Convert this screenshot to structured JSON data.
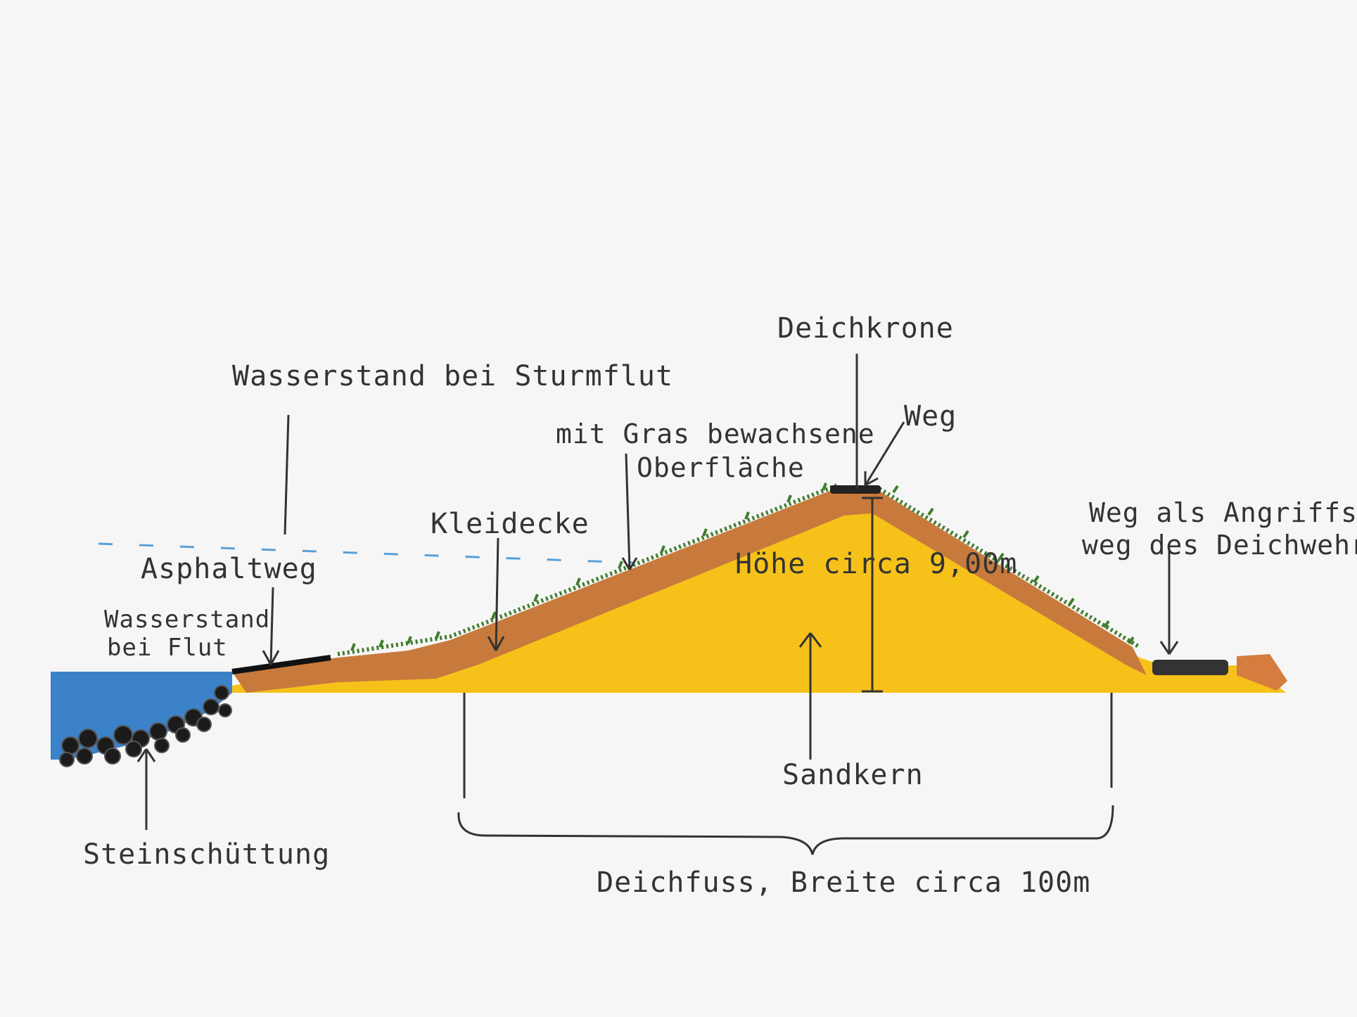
{
  "labels": {
    "deichkrone": "Deichkrone",
    "wasserstand_sturmflut": "Wasserstand bei Sturmflut",
    "weg_top": "Weg",
    "gras_line1": "mit Gras bewachsene",
    "gras_line2": "Oberfläche",
    "kleidecke": "Kleidecke",
    "asphaltweg": "Asphaltweg",
    "wasserstand_flut_line1": "Wasserstand",
    "wasserstand_flut_line2": "bei Flut",
    "hoehe": "Höhe circa 9,00m",
    "weg_angriff_line1": "Weg als Angriffs-",
    "weg_angriff_line2": "weg des Deichwehr",
    "sandkern": "Sandkern",
    "steinschuettung": "Steinschüttung",
    "deichfuss": "Deichfuss, Breite circa 100m"
  },
  "colors": {
    "background": "#f6f6f6",
    "sand": "#f6c21a",
    "clay": "#c87a3c",
    "grass": "#3f7d2c",
    "water": "#3b82c8",
    "storm_water_line": "#5aa0d8",
    "stones": "#1b1b1b",
    "ink": "#333333"
  }
}
